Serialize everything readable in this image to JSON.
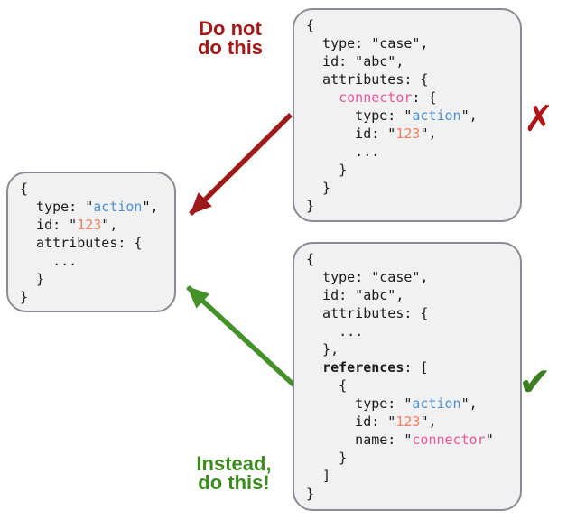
{
  "labels": {
    "do_not": "Do not\ndo this",
    "instead": "Instead,\ndo this!"
  },
  "marks": {
    "cross": "✗",
    "check": "✔"
  },
  "colors": {
    "box_bg": "#f1f1f2",
    "box_border": "#8b8b95",
    "code_text": "#1c1c1c",
    "token_blue": "#4a90d5",
    "token_orange": "#f57e5e",
    "token_pink": "#f0559c",
    "bad_red": "#a31717",
    "arrow_red": "#9e1a1a",
    "cross_red": "#b21317",
    "good_green": "#3c8c1e",
    "arrow_green": "#449029",
    "check_green": "#3b7d20"
  },
  "code_boxes": {
    "target": {
      "description": "referenced action object",
      "lines": [
        [
          {
            "text": "{",
            "style": "plain"
          }
        ],
        [
          {
            "text": "  type: \"",
            "style": "plain"
          },
          {
            "text": "action",
            "style": "blue"
          },
          {
            "text": "\",",
            "style": "plain"
          }
        ],
        [
          {
            "text": "  id: \"",
            "style": "plain"
          },
          {
            "text": "123",
            "style": "orange"
          },
          {
            "text": "\",",
            "style": "plain"
          }
        ],
        [
          {
            "text": "  attributes: {",
            "style": "plain"
          }
        ],
        [
          {
            "text": "    ...",
            "style": "plain"
          }
        ],
        [
          {
            "text": "  }",
            "style": "plain"
          }
        ],
        [
          {
            "text": "}",
            "style": "plain"
          }
        ]
      ]
    },
    "bad": {
      "description": "case object embedding connector in attributes (anti-pattern)",
      "lines": [
        [
          {
            "text": "{",
            "style": "plain"
          }
        ],
        [
          {
            "text": "  type: \"case\",",
            "style": "plain"
          }
        ],
        [
          {
            "text": "  id: \"abc\",",
            "style": "plain"
          }
        ],
        [
          {
            "text": "  attributes: {",
            "style": "plain"
          }
        ],
        [
          {
            "text": "    ",
            "style": "plain"
          },
          {
            "text": "connector",
            "style": "pink"
          },
          {
            "text": ": {",
            "style": "plain"
          }
        ],
        [
          {
            "text": "      type: \"",
            "style": "plain"
          },
          {
            "text": "action",
            "style": "blue"
          },
          {
            "text": "\",",
            "style": "plain"
          }
        ],
        [
          {
            "text": "      id: \"",
            "style": "plain"
          },
          {
            "text": "123",
            "style": "orange"
          },
          {
            "text": "\",",
            "style": "plain"
          }
        ],
        [
          {
            "text": "      ...",
            "style": "plain"
          }
        ],
        [
          {
            "text": "    }",
            "style": "plain"
          }
        ],
        [
          {
            "text": "  }",
            "style": "plain"
          }
        ],
        [
          {
            "text": "}",
            "style": "plain"
          }
        ]
      ]
    },
    "good": {
      "description": "case object using references array (recommended)",
      "lines": [
        [
          {
            "text": "{",
            "style": "plain"
          }
        ],
        [
          {
            "text": "  type: \"case\",",
            "style": "plain"
          }
        ],
        [
          {
            "text": "  id: \"abc\",",
            "style": "plain"
          }
        ],
        [
          {
            "text": "  attributes: {",
            "style": "plain"
          }
        ],
        [
          {
            "text": "    ...",
            "style": "plain"
          }
        ],
        [
          {
            "text": "  },",
            "style": "plain"
          }
        ],
        [
          {
            "text": "  ",
            "style": "plain"
          },
          {
            "text": "references",
            "style": "bold"
          },
          {
            "text": ": [",
            "style": "plain"
          }
        ],
        [
          {
            "text": "    {",
            "style": "plain"
          }
        ],
        [
          {
            "text": "      type: \"",
            "style": "plain"
          },
          {
            "text": "action",
            "style": "blue"
          },
          {
            "text": "\",",
            "style": "plain"
          }
        ],
        [
          {
            "text": "      id: \"",
            "style": "plain"
          },
          {
            "text": "123",
            "style": "orange"
          },
          {
            "text": "\",",
            "style": "plain"
          }
        ],
        [
          {
            "text": "      name: \"",
            "style": "plain"
          },
          {
            "text": "connector",
            "style": "pink"
          },
          {
            "text": "\"",
            "style": "plain"
          }
        ],
        [
          {
            "text": "    }",
            "style": "plain"
          }
        ],
        [
          {
            "text": "  ]",
            "style": "plain"
          }
        ],
        [
          {
            "text": "}",
            "style": "plain"
          }
        ]
      ]
    }
  }
}
